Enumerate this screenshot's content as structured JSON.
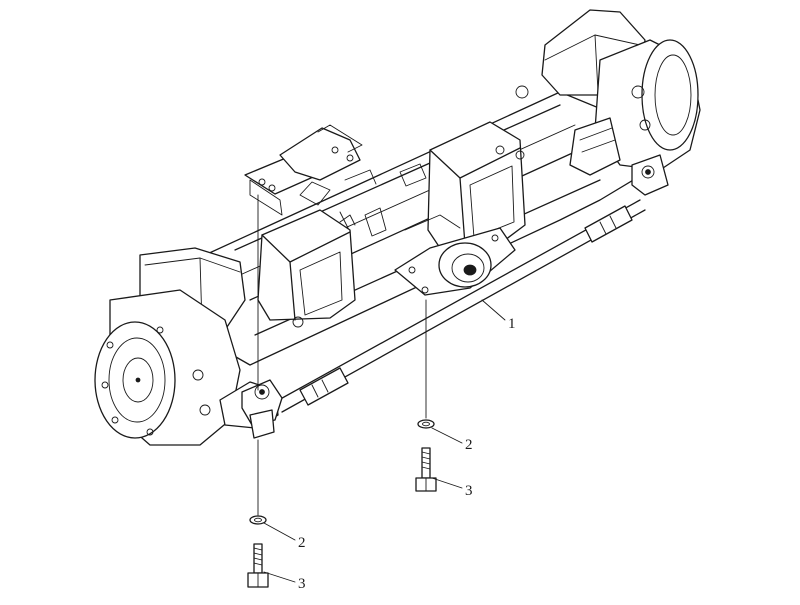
{
  "callouts": [
    {
      "id": "tie-rod",
      "label": "1"
    },
    {
      "id": "washer-right",
      "label": "2"
    },
    {
      "id": "bolt-right",
      "label": "3"
    },
    {
      "id": "washer-left",
      "label": "2"
    },
    {
      "id": "bolt-left",
      "label": "3"
    }
  ]
}
